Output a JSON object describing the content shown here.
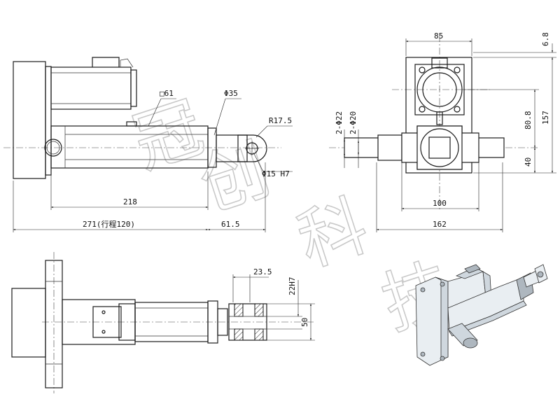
{
  "watermark": {
    "text": "冠创科技"
  },
  "front_view": {
    "dim_square": "□61",
    "dim_rod_dia": "Φ35",
    "dim_radius": "R17.5",
    "dim_hole": "Φ15 H7",
    "dim_body": "218",
    "dim_total": "271(行程120)",
    "dim_clevis": "61.5"
  },
  "side_view": {
    "dim_width_top": "85",
    "dim_top_offset": "6.8",
    "dim_shaft_a": "2-Φ22",
    "dim_shaft_b": "2-Φ20",
    "dim_center": "80.8",
    "dim_height": "157",
    "dim_lower": "40",
    "dim_base": "100",
    "dim_span": "162"
  },
  "top_view": {
    "dim_slot": "23.5",
    "dim_fit": "22H7",
    "dim_clevis_width": "50"
  }
}
